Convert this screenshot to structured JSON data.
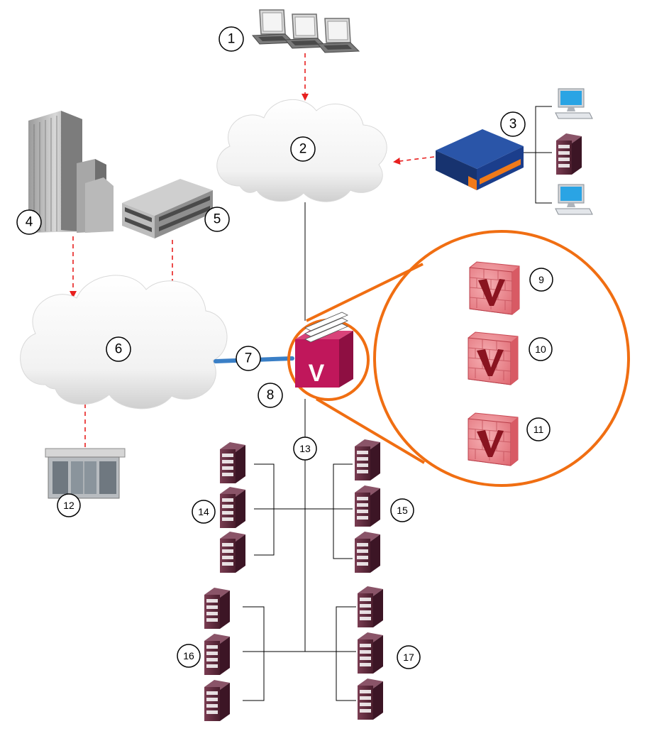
{
  "labels": {
    "n1": "1",
    "n2": "2",
    "n3": "3",
    "n4": "4",
    "n5": "5",
    "n6": "6",
    "n7": "7",
    "n8": "8",
    "n9": "9",
    "n10": "10",
    "n11": "11",
    "n12": "12",
    "n13": "13",
    "n14": "14",
    "n15": "15",
    "n16": "16",
    "n17": "17"
  },
  "appliance_letter": "V",
  "colors": {
    "dashed_arrow": "#e8201f",
    "accent_ring": "#f06e12",
    "link7": "#3a7fc6",
    "appliance": "#c0175b",
    "firewall": "#e8797f",
    "server": "#5a2a3a",
    "router": "#1b3e8c"
  },
  "icons": {
    "laptops": "laptop-icon",
    "clouds": "cloud-icon",
    "router": "router-icon",
    "buildings": "building-icon",
    "kiosk": "kiosk-icon",
    "appliance": "storage-appliance-icon",
    "firewalls": "firewall-icon",
    "servers": "server-icon",
    "desktops": "desktop-icon"
  }
}
